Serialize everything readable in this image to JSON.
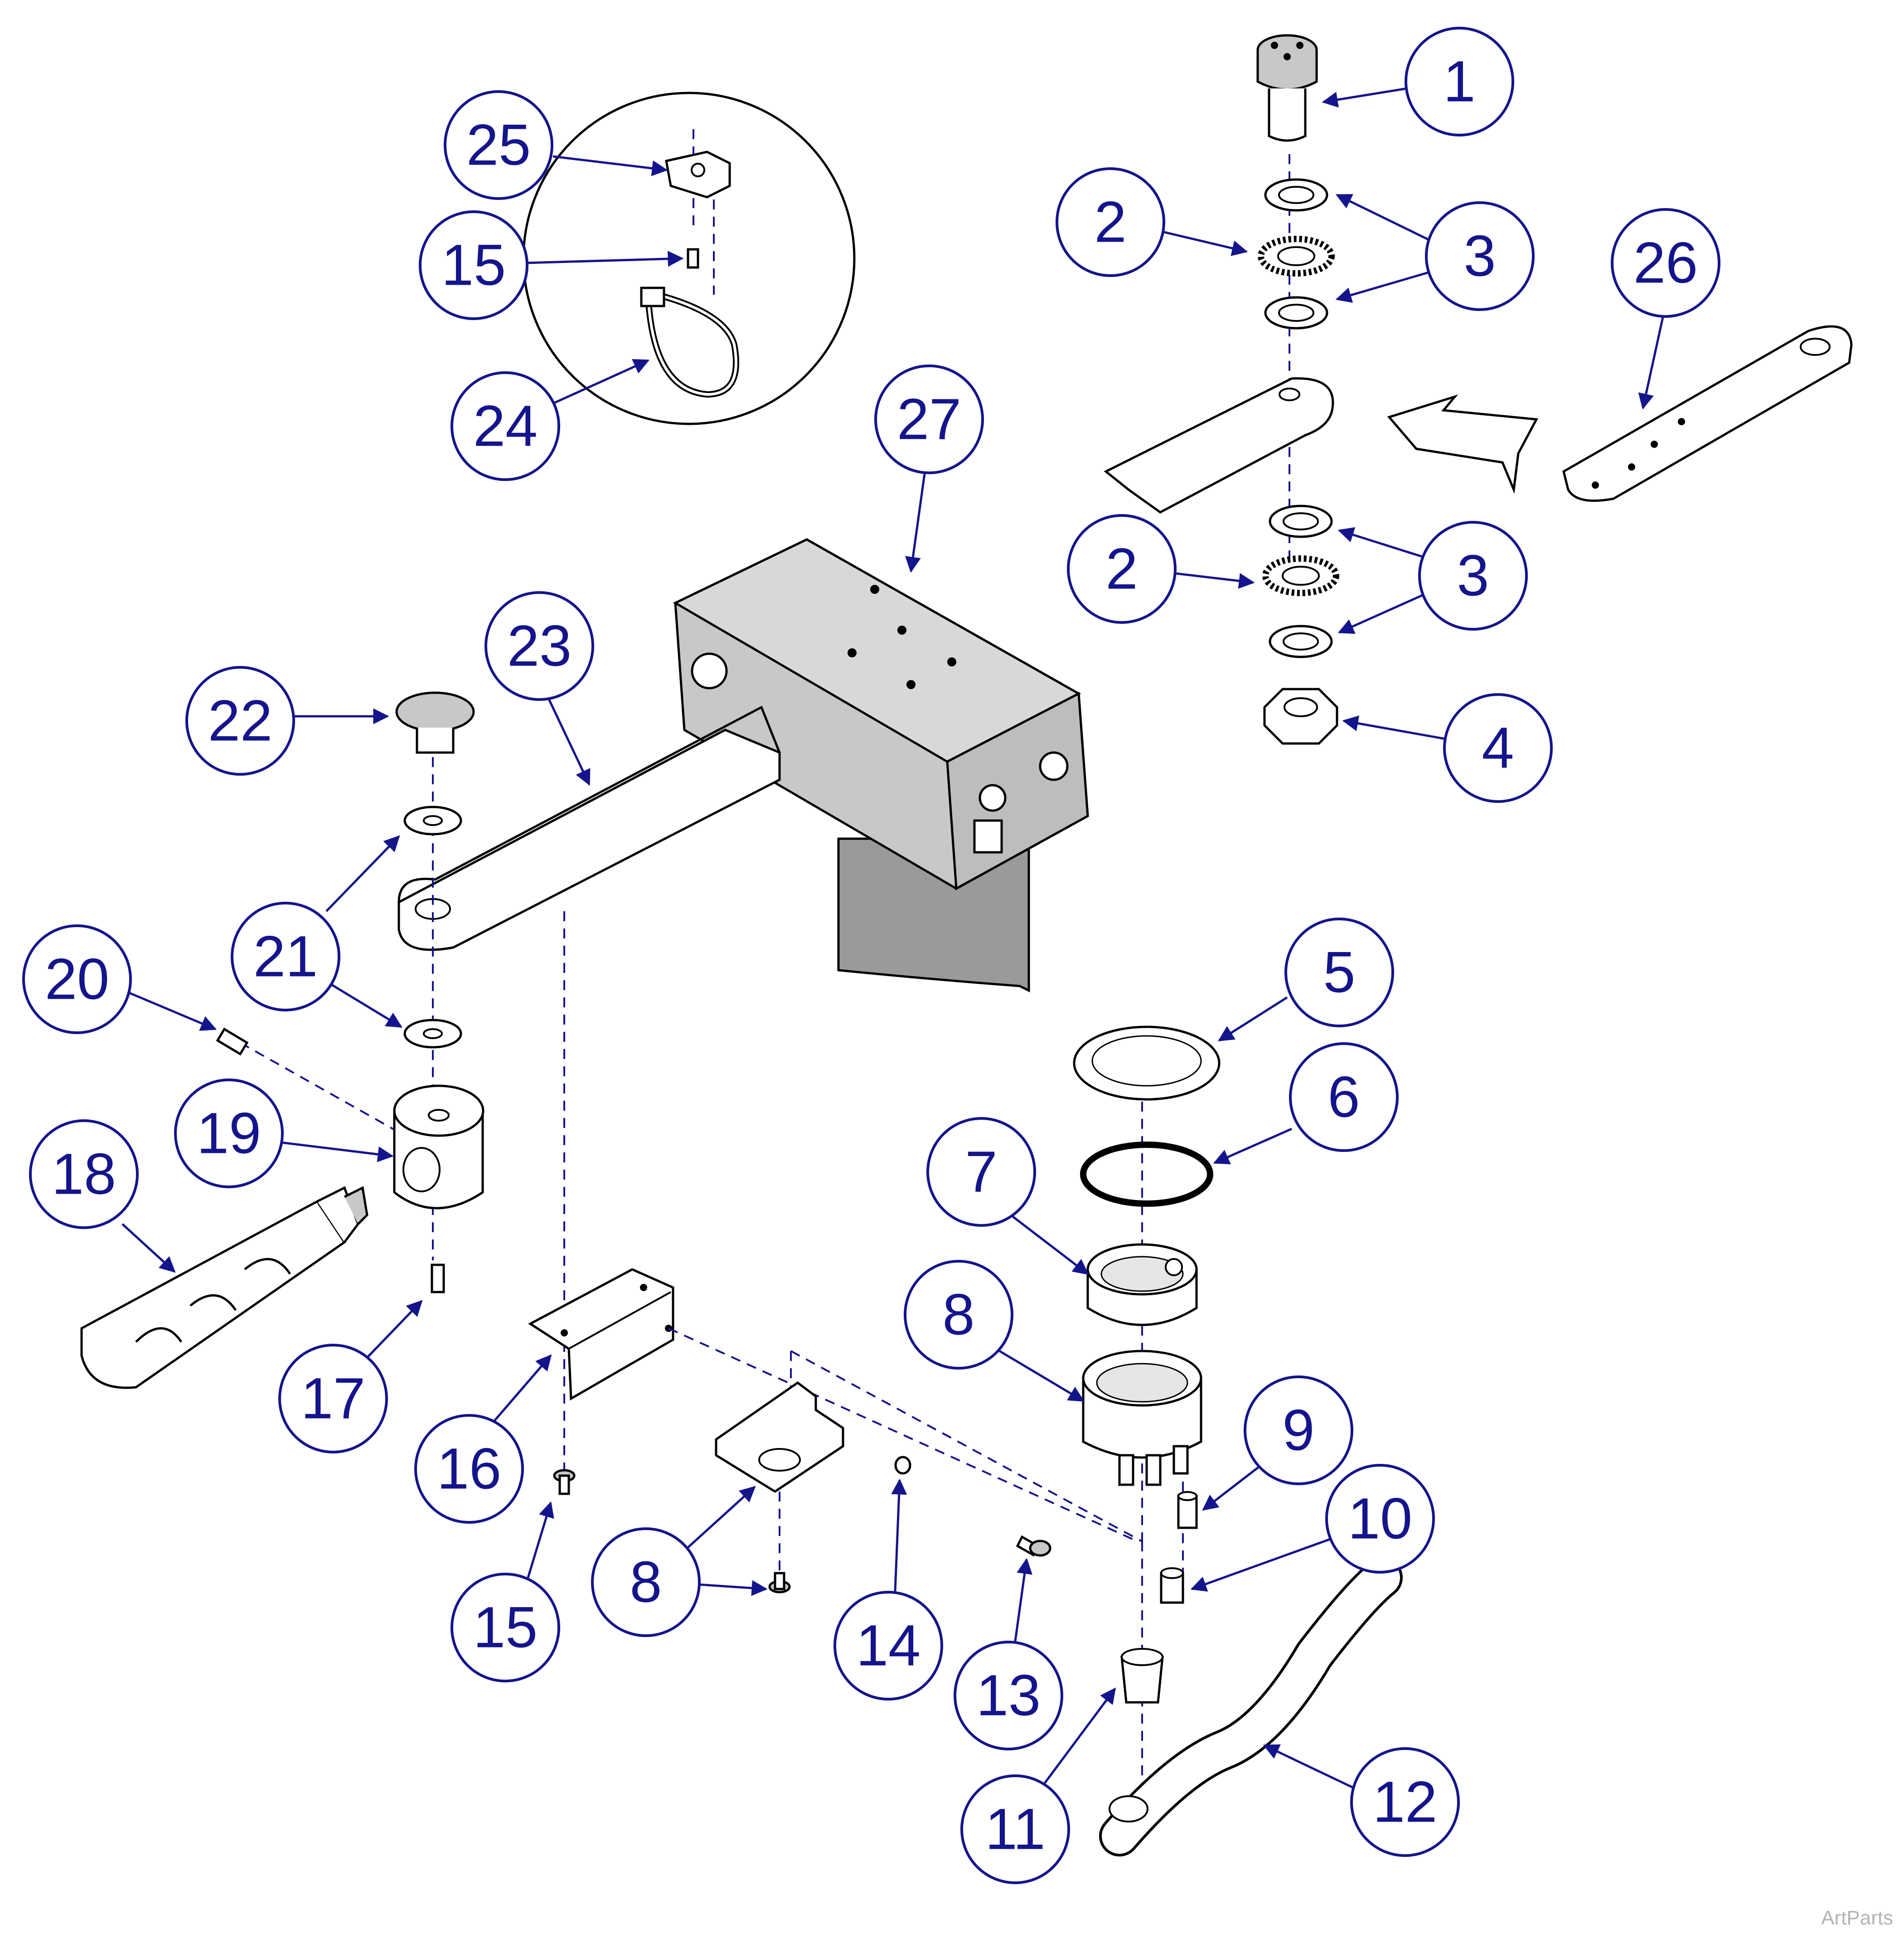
{
  "callouts": {
    "c1": "1",
    "c2a": "2",
    "c2b": "2",
    "c3a": "3",
    "c3b": "3",
    "c4": "4",
    "c5": "5",
    "c6": "6",
    "c7": "7",
    "c8a": "8",
    "c8b": "8",
    "c9": "9",
    "c10": "10",
    "c11": "11",
    "c12": "12",
    "c13": "13",
    "c14": "14",
    "c15a": "15",
    "c15b": "15",
    "c16": "16",
    "c17": "17",
    "c18": "18",
    "c19": "19",
    "c20": "20",
    "c21": "21",
    "c22": "22",
    "c23": "23",
    "c24": "24",
    "c25": "25",
    "c26": "26",
    "c27": "27"
  },
  "watermark": "ArtParts",
  "colors": {
    "callout": "#14148c",
    "housing": "#c8c8c8",
    "post": "#9a9a9a"
  }
}
